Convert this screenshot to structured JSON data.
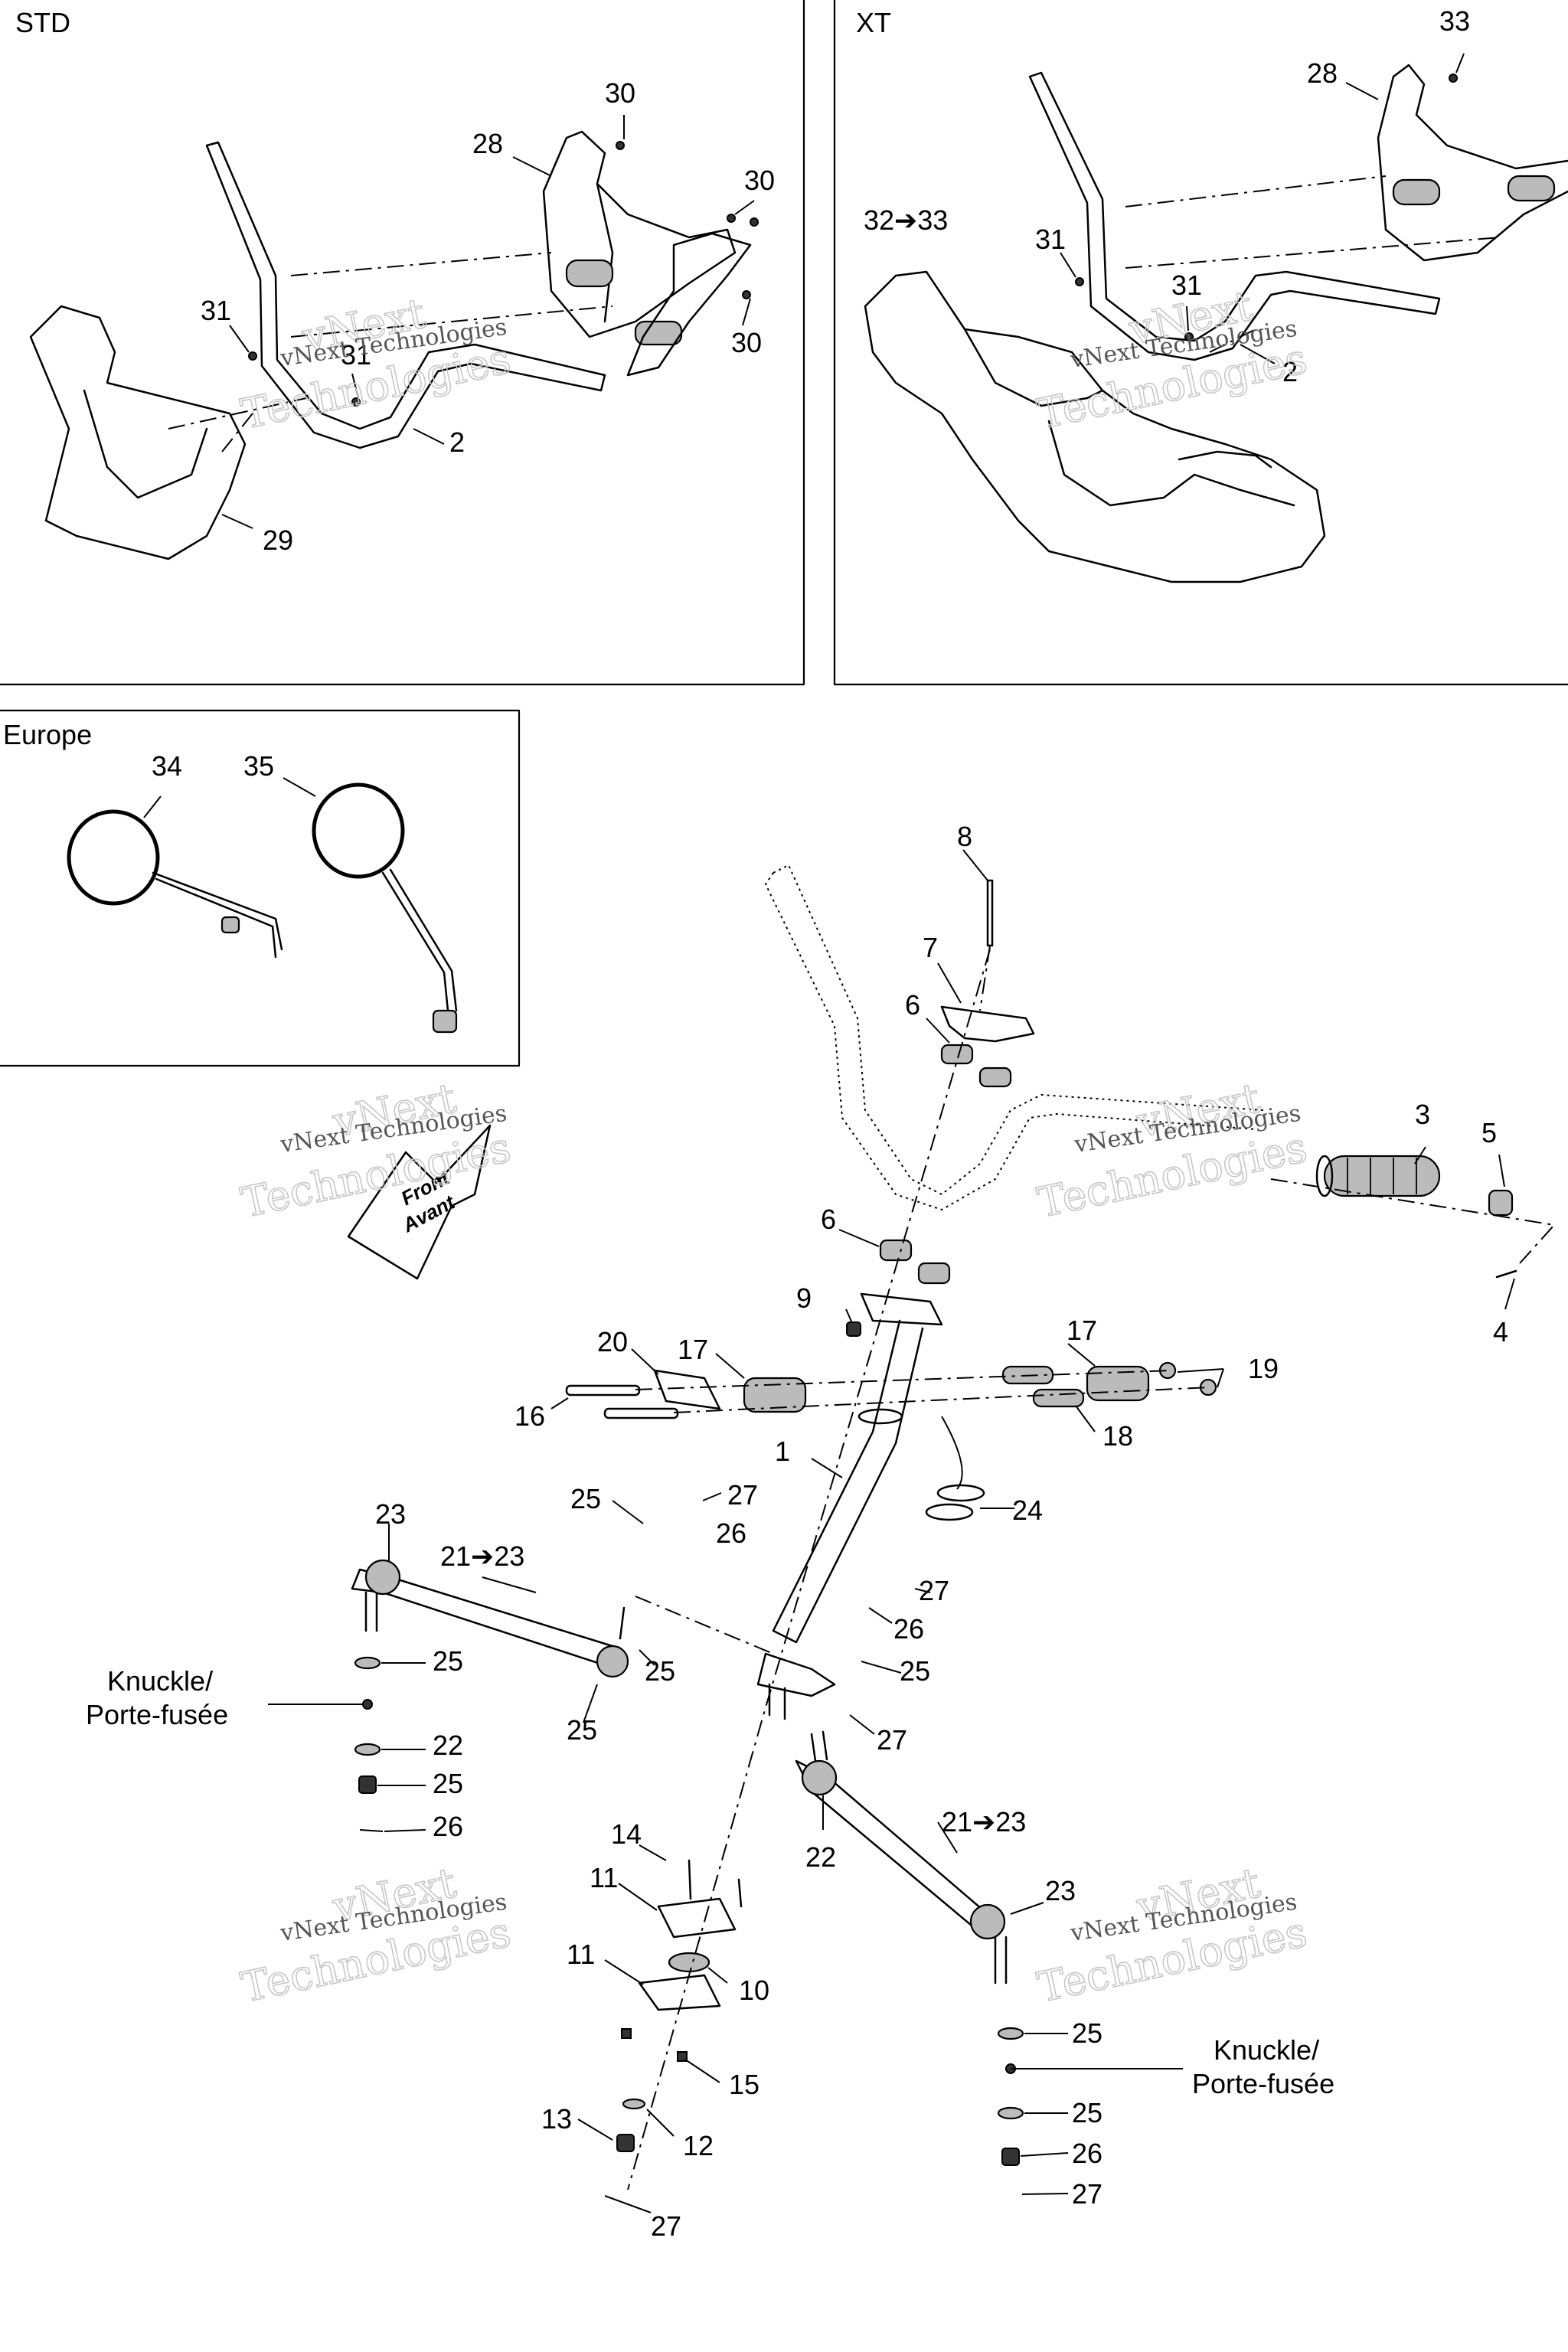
{
  "panels": {
    "std": {
      "title": "STD"
    },
    "xt": {
      "title": "XT"
    },
    "europe": {
      "title": "Europe"
    }
  },
  "watermark": {
    "line1": "vNext",
    "line2": "Technologies",
    "small": "vNext Technologies"
  },
  "front_arrow": {
    "line1": "Front",
    "line2": "Avant"
  },
  "knuckle_label": {
    "line1": "Knuckle/",
    "line2": "Porte-fusée"
  },
  "callouts": {
    "std": [
      "30",
      "28",
      "30",
      "31",
      "31",
      "30",
      "2",
      "29"
    ],
    "xt": [
      "33",
      "28",
      "32➔33",
      "31",
      "31",
      "2"
    ],
    "europe": [
      "34",
      "35"
    ],
    "main": [
      "8",
      "7",
      "6",
      "3",
      "5",
      "6",
      "4",
      "9",
      "20",
      "17",
      "17",
      "19",
      "16",
      "18",
      "1",
      "24",
      "25",
      "27",
      "26",
      "23",
      "21➔23",
      "27",
      "26",
      "25",
      "25",
      "25",
      "22",
      "25",
      "26",
      "27",
      "25",
      "22",
      "21➔23",
      "14",
      "11",
      "23",
      "11",
      "10",
      "25",
      "15",
      "13",
      "12",
      "25",
      "26",
      "27",
      "27"
    ]
  }
}
